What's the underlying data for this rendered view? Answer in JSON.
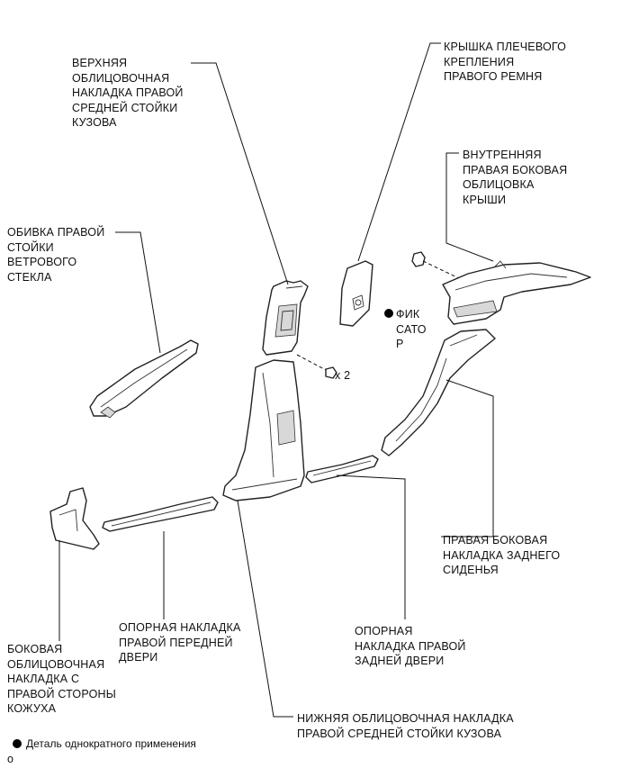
{
  "labels": {
    "upper_b_pillar": "ВЕРХНЯЯ\nОБЛИЦОВОЧНАЯ\nНАКЛАДКА ПРАВОЙ\nСРЕДНЕЙ СТОЙКИ\nКУЗОВА",
    "shoulder_belt_cover": "КРЫШКА ПЛЕЧЕВОГО\nКРЕПЛЕНИЯ\nПРАВОГО РЕМНЯ",
    "roof_side_inner_garnish": "ВНУТРЕННЯЯ\nПРАВАЯ БОКОВАЯ\nОБЛИЦОВКА\nКРЫШИ",
    "front_pillar_garnish": "ОБИВКА ПРАВОЙ\nСТОЙКИ\nВЕТРОВОГО\nСТЕКЛА",
    "clip": "ФИК\nСАТО\nР",
    "clip_count": "x 2",
    "rear_seat_side_garnish": "ПРАВАЯ БОКОВАЯ\nНАКЛАДКА ЗАДНЕГО\nСИДЕНЬЯ",
    "front_door_scuff_plate": "ОПОРНАЯ НАКЛАДКА\nПРАВОЙ ПЕРЕДНЕЙ\nДВЕРИ",
    "rear_door_scuff_plate": "ОПОРНАЯ\nНАКЛАДКА ПРАВОЙ\nЗАДНЕЙ ДВЕРИ",
    "cowl_side_trim": "БОКОВАЯ\nОБЛИЦОВОЧНАЯ\nНАКЛАДКА С\nПРАВОЙ СТОРОНЫ\nКОЖУХА",
    "lower_b_pillar": "НИЖНЯЯ ОБЛИЦОВОЧНАЯ НАКЛАДКА\nПРАВОЙ СРЕДНЕЙ СТОЙКИ КУЗОВА"
  },
  "legend": {
    "non_reusable": "Деталь однократного применения",
    "marker": "o"
  },
  "colors": {
    "line": "#111111",
    "background": "#ffffff",
    "shade": "#d8d8d8"
  }
}
